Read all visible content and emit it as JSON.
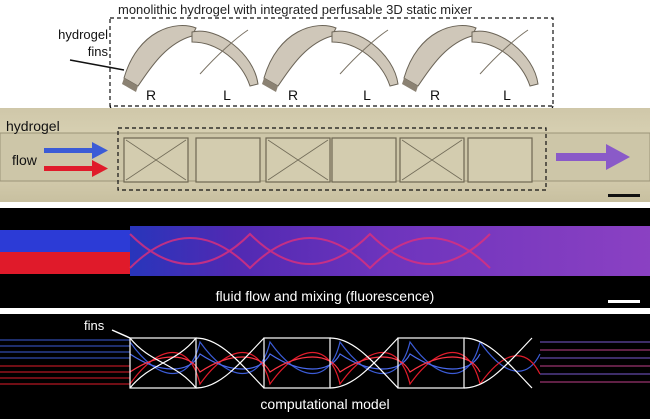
{
  "top_illustration": {
    "title": "monolithic hydrogel with integrated perfusable 3D static mixer",
    "fins_label": "hydrogel\nfins",
    "fin_directions": [
      "R",
      "L",
      "R",
      "L",
      "R",
      "L"
    ]
  },
  "micrograph_panel": {
    "hydrogel_label": "hydrogel",
    "flow_label": "flow",
    "colors": {
      "inlet_blue": "#3b5bd6",
      "inlet_red": "#e01b2a",
      "outlet_purple": "#8a5ac8"
    }
  },
  "fluorescence_panel": {
    "caption": "fluid flow and mixing (fluorescence)"
  },
  "model_panel": {
    "fins_label": "fins",
    "caption": "computational model"
  }
}
